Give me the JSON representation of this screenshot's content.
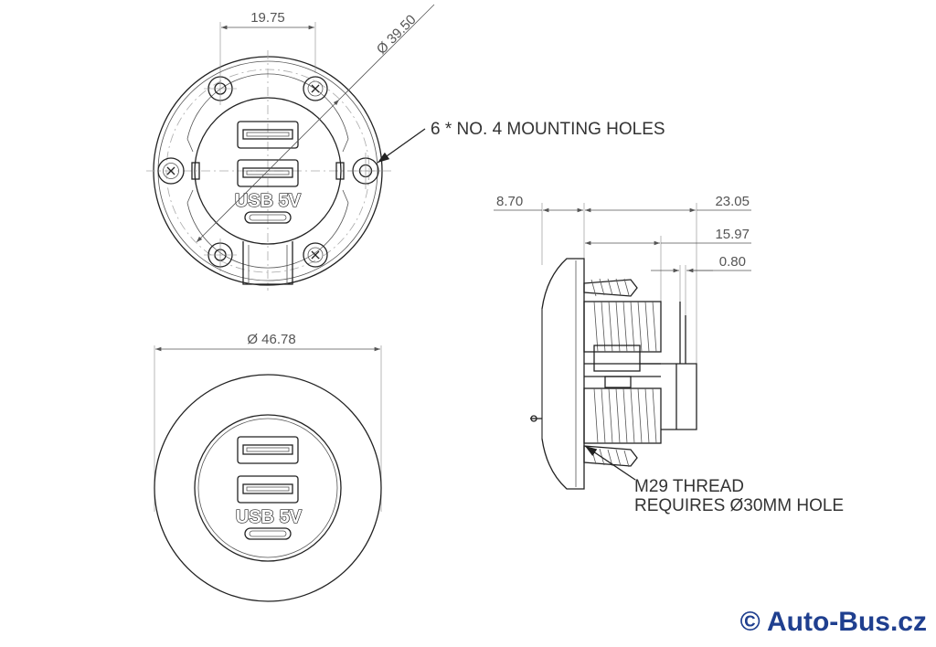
{
  "top_view": {
    "dim_width": "19.75",
    "dim_diameter": "Ø 39.50",
    "usb_label": "USB 5V",
    "mounting_note": "6 * NO. 4 MOUNTING HOLES"
  },
  "front_view": {
    "dim_diameter": "Ø 46.78",
    "usb_label": "USB 5V"
  },
  "side_view": {
    "dim_flange": "8.70",
    "dim_total": "23.05",
    "dim_body": "15.97",
    "dim_pin": "0.80",
    "thread_note_line1": "M29 THREAD",
    "thread_note_line2": "REQUIRES Ø30MM HOLE"
  },
  "brand": {
    "text": "© Auto-Bus.cz",
    "color": "#1f3f8f"
  }
}
